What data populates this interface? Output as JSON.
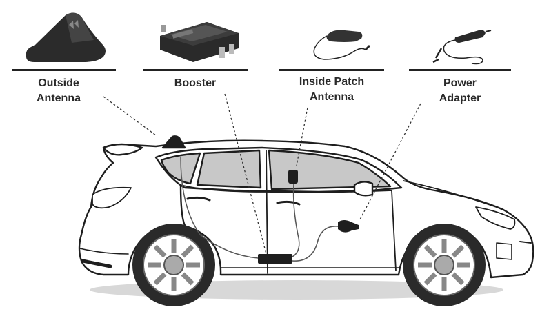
{
  "components": [
    {
      "id": "outside-antenna",
      "label_lines": [
        "Outside",
        "Antenna"
      ],
      "icon": "outside-antenna-icon"
    },
    {
      "id": "booster",
      "label_lines": [
        "Booster"
      ],
      "icon": "booster-icon"
    },
    {
      "id": "inside-patch-antenna",
      "label_lines": [
        "Inside Patch",
        "Antenna"
      ],
      "icon": "patch-antenna-icon"
    },
    {
      "id": "power-adapter",
      "label_lines": [
        "Power",
        "Adapter"
      ],
      "icon": "power-adapter-icon"
    }
  ],
  "colors": {
    "line": "#222222",
    "car_fill": "#ffffff",
    "glass": "#c8c8c8",
    "device": "#1e1e1e"
  }
}
